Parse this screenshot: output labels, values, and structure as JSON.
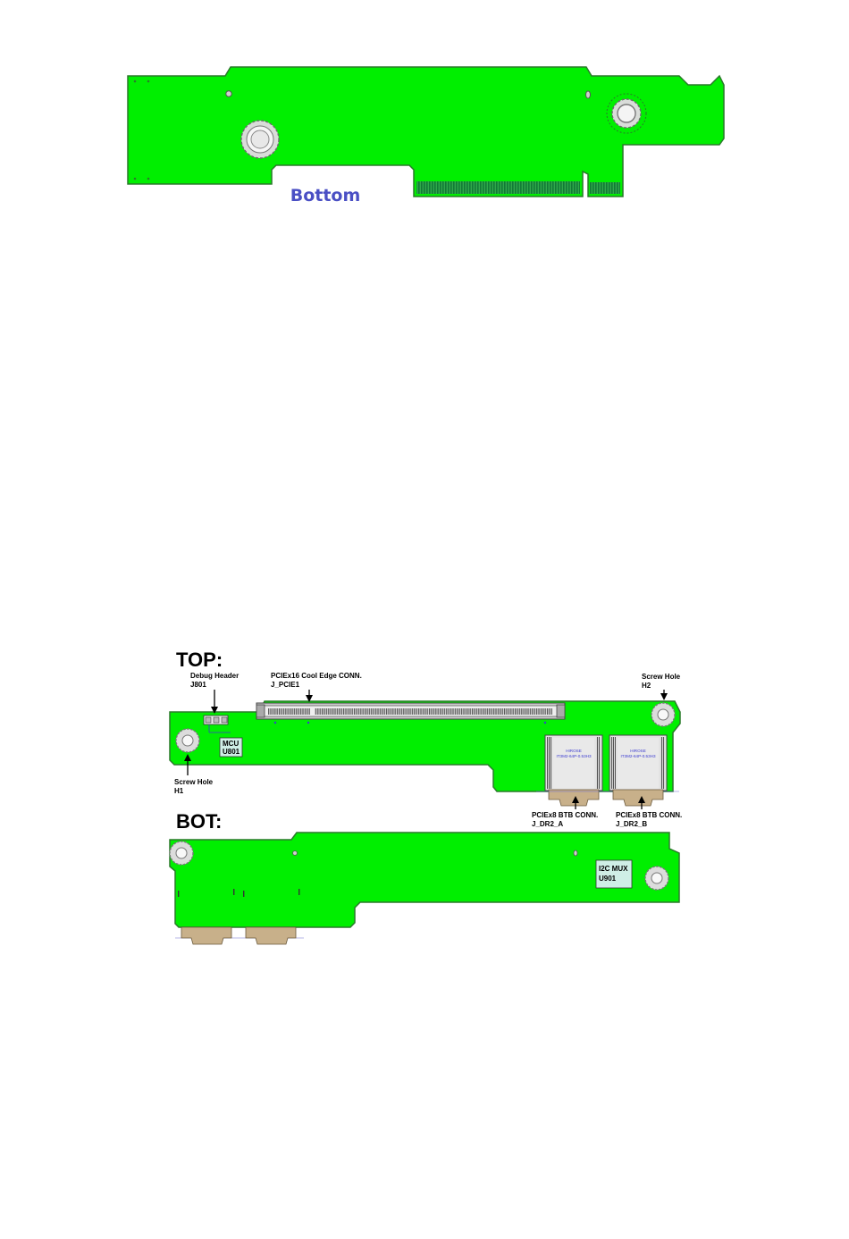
{
  "figure1": {
    "view_label": "Bottom"
  },
  "figure2": {
    "top_heading": "TOP:",
    "bot_heading": "BOT:",
    "callouts": {
      "debug_header": {
        "name": "Debug Header",
        "ref": "J801"
      },
      "pcie_conn": {
        "name": "PCIEx16 Cool Edge CONN.",
        "ref": "J_PCIE1"
      },
      "screw_h2": {
        "name": "Screw Hole",
        "ref": "H2"
      },
      "screw_h1": {
        "name": "Screw Hole",
        "ref": "H1"
      },
      "btb_a": {
        "name": "PCIEx8 BTB CONN.",
        "ref": "J_DR2_A"
      },
      "btb_b": {
        "name": "PCIEx8 BTB CONN.",
        "ref": "J_DR2_B"
      }
    },
    "chips": {
      "mcu": {
        "name": "MCU",
        "ref": "U801"
      },
      "i2c_mux": {
        "name": "I2C MUX",
        "ref": "U901"
      }
    },
    "connector_marking": {
      "line1": "HIROSE",
      "line2": "IT3M2-64P-0.53H3"
    }
  },
  "colors": {
    "board": "#00ef00",
    "board_outline": "#2a7a2a",
    "bottom_label": "#4a4fc4",
    "chip_fill": "#cfeee6",
    "connector_body": "#c8b08a"
  }
}
